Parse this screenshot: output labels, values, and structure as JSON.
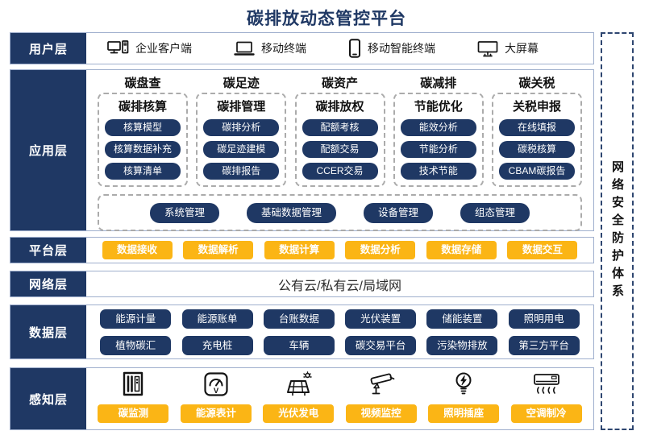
{
  "title": "碳排放动态管控平台",
  "colors": {
    "navy": "#1f3864",
    "yellow": "#fbb515",
    "row_border": "#9fafcd",
    "dashed_gray": "#ababab"
  },
  "security": {
    "label": "网络安全防护体系"
  },
  "layers": {
    "user": {
      "label": "用户层",
      "items": [
        {
          "icon": "desktop-pc-icon",
          "label": "企业客户端"
        },
        {
          "icon": "laptop-icon",
          "label": "移动终端"
        },
        {
          "icon": "smartphone-icon",
          "label": "移动智能终端"
        },
        {
          "icon": "big-screen-icon",
          "label": "大屏幕"
        }
      ]
    },
    "application": {
      "label": "应用层",
      "columns": [
        {
          "header": "碳盘查",
          "group": "碳排核算",
          "items": [
            "核算模型",
            "核算数据补充",
            "核算清单"
          ]
        },
        {
          "header": "碳足迹",
          "group": "碳排管理",
          "items": [
            "碳排分析",
            "碳足迹建模",
            "碳排报告"
          ]
        },
        {
          "header": "碳资产",
          "group": "碳排放权",
          "items": [
            "配额考核",
            "配额交易",
            "CCER交易"
          ]
        },
        {
          "header": "碳减排",
          "group": "节能优化",
          "items": [
            "能效分析",
            "节能分析",
            "技术节能"
          ]
        },
        {
          "header": "碳关税",
          "group": "关税申报",
          "items": [
            "在线填报",
            "碳税核算",
            "CBAM碳报告"
          ]
        }
      ],
      "common_items": [
        "系统管理",
        "基础数据管理",
        "设备管理",
        "组态管理"
      ]
    },
    "platform": {
      "label": "平台层",
      "items": [
        "数据接收",
        "数据解析",
        "数据计算",
        "数据分析",
        "数据存储",
        "数据交互"
      ]
    },
    "network": {
      "label": "网络层",
      "content": "公有云/私有云/局域网"
    },
    "data": {
      "label": "数据层",
      "rows": [
        [
          "能源计量",
          "能源账单",
          "台账数据",
          "光伏装置",
          "储能装置",
          "照明用电"
        ],
        [
          "植物碳汇",
          "充电桩",
          "车辆",
          "碳交易平台",
          "污染物排放",
          "第三方平台"
        ]
      ]
    },
    "perception": {
      "label": "感知层",
      "items": [
        {
          "icon": "carbon-monitor-icon",
          "label": "碳监测"
        },
        {
          "icon": "energy-meter-icon",
          "label": "能源表计"
        },
        {
          "icon": "solar-panel-icon",
          "label": "光伏发电"
        },
        {
          "icon": "cctv-camera-icon",
          "label": "视频监控"
        },
        {
          "icon": "light-bulb-icon",
          "label": "照明插座"
        },
        {
          "icon": "air-conditioner-icon",
          "label": "空调制冷"
        }
      ]
    }
  }
}
